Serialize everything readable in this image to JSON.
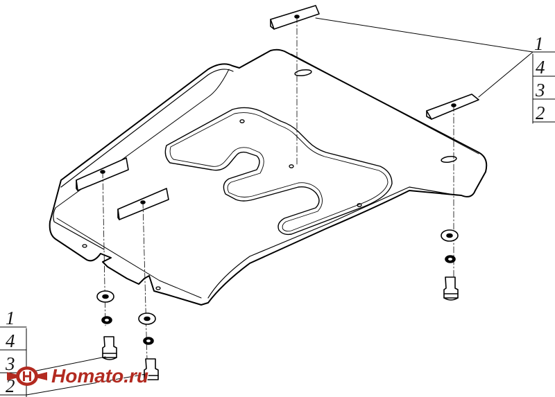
{
  "callouts": {
    "right": [
      "1",
      "4",
      "3",
      "2"
    ],
    "left": [
      "1",
      "4",
      "3",
      "2"
    ]
  },
  "logo": {
    "text": "Homato.ru"
  },
  "colors": {
    "line": "#000000",
    "logo_red": "#b22a20"
  }
}
